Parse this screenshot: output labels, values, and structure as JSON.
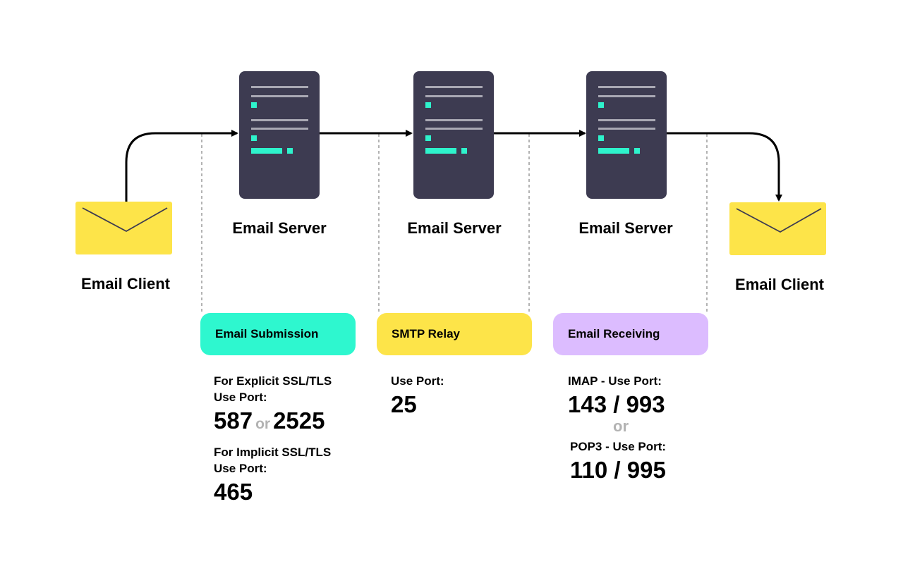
{
  "colors": {
    "server": "#3d3b51",
    "server_lines": "#a9a8b3",
    "server_accent": "#2ef3cc",
    "envelope": "#fde449",
    "submission": "#2ef7cf",
    "relay": "#fde449",
    "receiving": "#dcbcff",
    "or_text": "#b3b3b3"
  },
  "nodes": {
    "client_left": "Email Client",
    "server_1": "Email Server",
    "server_2": "Email Server",
    "server_3": "Email Server",
    "client_right": "Email Client"
  },
  "stages": {
    "submission": {
      "title": "Email Submission",
      "explicit_line1": "For Explicit SSL/TLS",
      "explicit_line2": "Use Port:",
      "explicit_port_a": "587",
      "explicit_or": "or",
      "explicit_port_b": "2525",
      "implicit_line1": "For Implicit SSL/TLS",
      "implicit_line2": "Use Port:",
      "implicit_port": "465"
    },
    "relay": {
      "title": "SMTP Relay",
      "line": "Use Port:",
      "port": "25"
    },
    "receiving": {
      "title": "Email Receiving",
      "imap_line": "IMAP - Use Port:",
      "imap_ports": "143 / 993",
      "or": "or",
      "pop3_line": "POP3 - Use Port:",
      "pop3_ports": "110 / 995"
    }
  }
}
